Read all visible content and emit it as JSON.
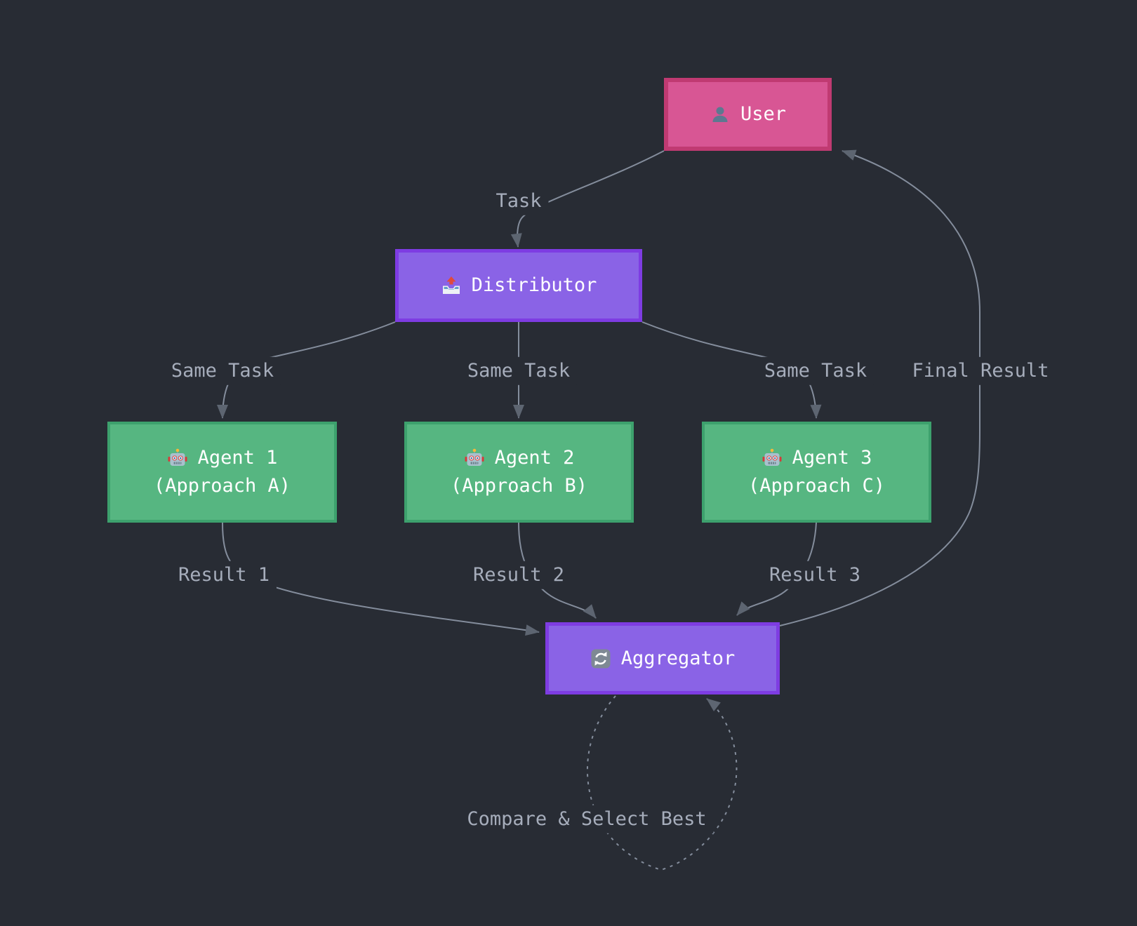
{
  "diagram": {
    "type": "flowchart",
    "nodes": {
      "user": {
        "label": "User",
        "icon": "user-icon"
      },
      "distributor": {
        "label": "Distributor",
        "icon": "outbox-tray-icon"
      },
      "agent1": {
        "label": "Agent 1",
        "sublabel": "(Approach A)",
        "icon": "robot-icon"
      },
      "agent2": {
        "label": "Agent 2",
        "sublabel": "(Approach B)",
        "icon": "robot-icon"
      },
      "agent3": {
        "label": "Agent 3",
        "sublabel": "(Approach C)",
        "icon": "robot-icon"
      },
      "aggregator": {
        "label": "Aggregator",
        "icon": "sync-arrows-icon"
      }
    },
    "edge_labels": {
      "task": "Task",
      "same_task_1": "Same Task",
      "same_task_2": "Same Task",
      "same_task_3": "Same Task",
      "result_1": "Result 1",
      "result_2": "Result 2",
      "result_3": "Result 3",
      "final_result": "Final Result",
      "compare": "Compare & Select Best"
    },
    "edges": [
      {
        "from": "user",
        "to": "distributor",
        "label": "Task",
        "style": "solid"
      },
      {
        "from": "distributor",
        "to": "agent1",
        "label": "Same Task",
        "style": "solid"
      },
      {
        "from": "distributor",
        "to": "agent2",
        "label": "Same Task",
        "style": "solid"
      },
      {
        "from": "distributor",
        "to": "agent3",
        "label": "Same Task",
        "style": "solid"
      },
      {
        "from": "agent1",
        "to": "aggregator",
        "label": "Result 1",
        "style": "solid"
      },
      {
        "from": "agent2",
        "to": "aggregator",
        "label": "Result 2",
        "style": "solid"
      },
      {
        "from": "agent3",
        "to": "aggregator",
        "label": "Result 3",
        "style": "solid"
      },
      {
        "from": "aggregator",
        "to": "user",
        "label": "Final Result",
        "style": "solid"
      },
      {
        "from": "aggregator",
        "to": "aggregator",
        "label": "Compare & Select Best",
        "style": "dashed"
      }
    ],
    "colors": {
      "background": "#282c34",
      "edge_line": "#848d9c",
      "arrowhead": "#5d6571",
      "edge_label": "#a6adbb",
      "node_text": "#ffffff",
      "user_fill": "#d85694",
      "user_border": "#c03a72",
      "purple_fill": "#8a63e6",
      "purple_border": "#7e3ce2",
      "green_fill": "#56b681",
      "green_border": "#3da16d"
    }
  }
}
